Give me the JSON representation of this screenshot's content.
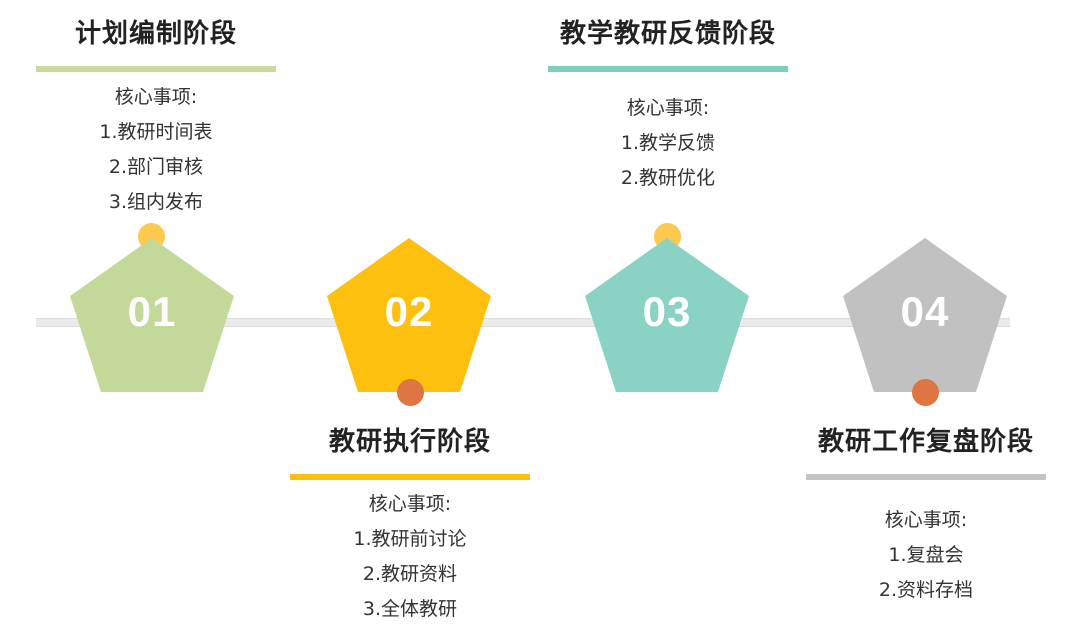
{
  "colors": {
    "green": "#c2d999",
    "yellow": "#fdc00f",
    "teal": "#8ad3c4",
    "gray": "#c1c1c1",
    "dot_yellow": "#fdc94e",
    "dot_orange": "#de7542",
    "line_green": "#c6db9b",
    "line_yellow": "#fdc00f",
    "line_teal": "#7ccfbf",
    "line_gray": "#c4c4c4"
  },
  "stages": [
    {
      "number": "01",
      "title": "计划编制阶段",
      "heading": "核心事项:",
      "items": [
        "1.教研时间表",
        "2.部门审核",
        "3.组内发布"
      ]
    },
    {
      "number": "02",
      "title": "教研执行阶段",
      "heading": "核心事项:",
      "items": [
        "1.教研前讨论",
        "2.教研资料",
        "3.全体教研"
      ]
    },
    {
      "number": "03",
      "title": "教学教研反馈阶段",
      "heading": "核心事项:",
      "items": [
        "1.教学反馈",
        "2.教研优化"
      ]
    },
    {
      "number": "04",
      "title": "教研工作复盘阶段",
      "heading": "核心事项:",
      "items": [
        "1.复盘会",
        "2.资料存档"
      ]
    }
  ]
}
